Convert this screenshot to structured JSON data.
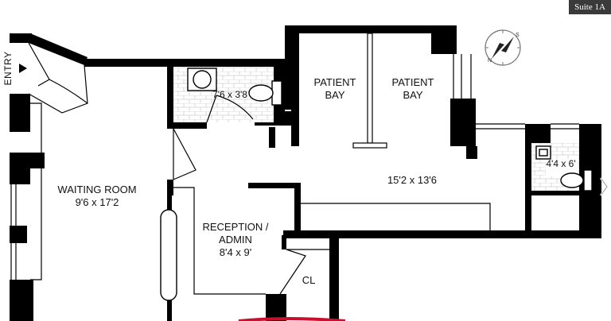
{
  "badge": {
    "label": "Suite 1A"
  },
  "entry": {
    "label": "ENTRY"
  },
  "rooms": {
    "waiting": {
      "name": "WAITING ROOM",
      "dims": "9'6 x 17'2"
    },
    "bath1": {
      "dims": "7'6 x 3'8"
    },
    "patient_bay_1": {
      "line1": "PATIENT",
      "line2": "BAY"
    },
    "patient_bay_2": {
      "line1": "PATIENT",
      "line2": "BAY"
    },
    "main": {
      "dims": "15'2 x 13'6"
    },
    "bath2": {
      "dims": "4'4 x 6'"
    },
    "reception": {
      "line1": "RECEPTION /",
      "line2": "ADMIN",
      "dims": "8'4 x 9'"
    },
    "closet": {
      "name": "CL"
    }
  },
  "compass": {
    "n": "N",
    "s": "S"
  },
  "colors": {
    "wall": "#000000",
    "tile": "#c8c8c8",
    "accent": "#c8102e"
  }
}
